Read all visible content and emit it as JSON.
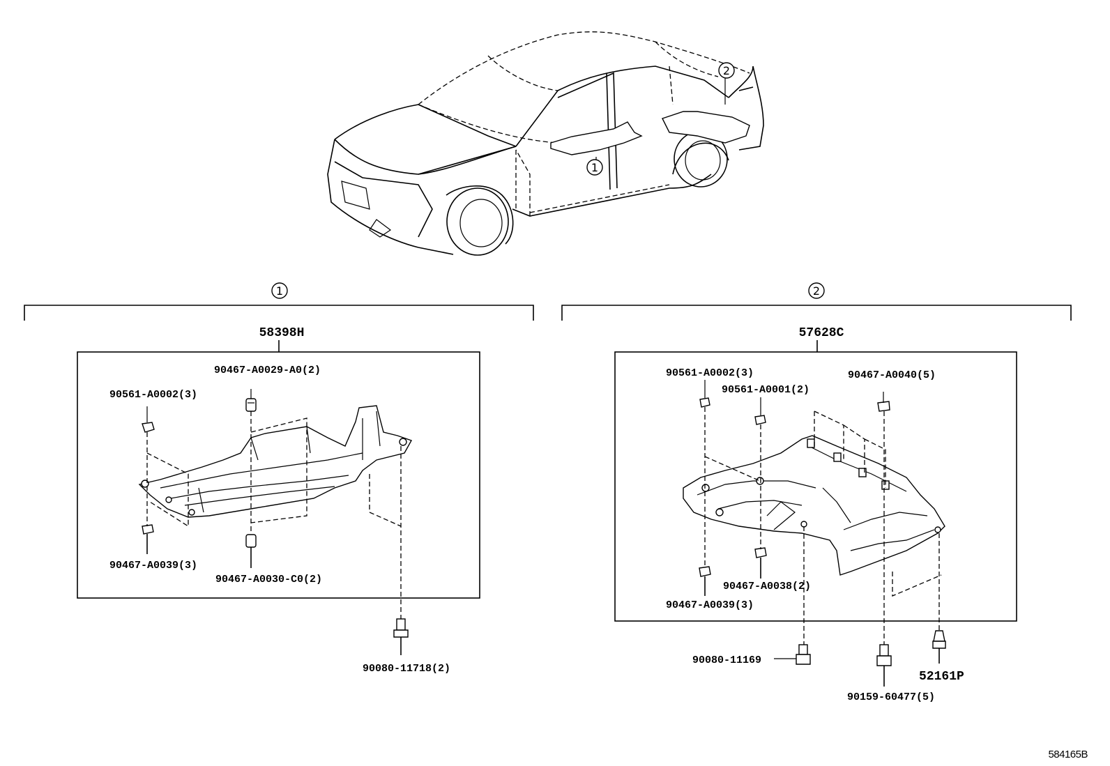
{
  "callouts": {
    "one": "1",
    "two": "2"
  },
  "group1": {
    "assembly": "58398H",
    "parts": {
      "clip_top": "90467-A0029-A0(2)",
      "nut": "90561-A0002(3)",
      "clip_left": "90467-A0039(3)",
      "clip_bottom": "90467-A0030-C0(2)",
      "bolt": "90080-11718(2)"
    }
  },
  "group2": {
    "assembly": "57628C",
    "parts": {
      "nut_a": "90561-A0002(3)",
      "nut_b": "90561-A0001(2)",
      "clip_right": "90467-A0040(5)",
      "clip_mid": "90467-A0038(2)",
      "clip_left": "90467-A0039(3)",
      "bolt_a": "90080-11169",
      "screw": "90159-60477(5)",
      "fastener": "52161P"
    }
  },
  "figure_code": "584165B"
}
